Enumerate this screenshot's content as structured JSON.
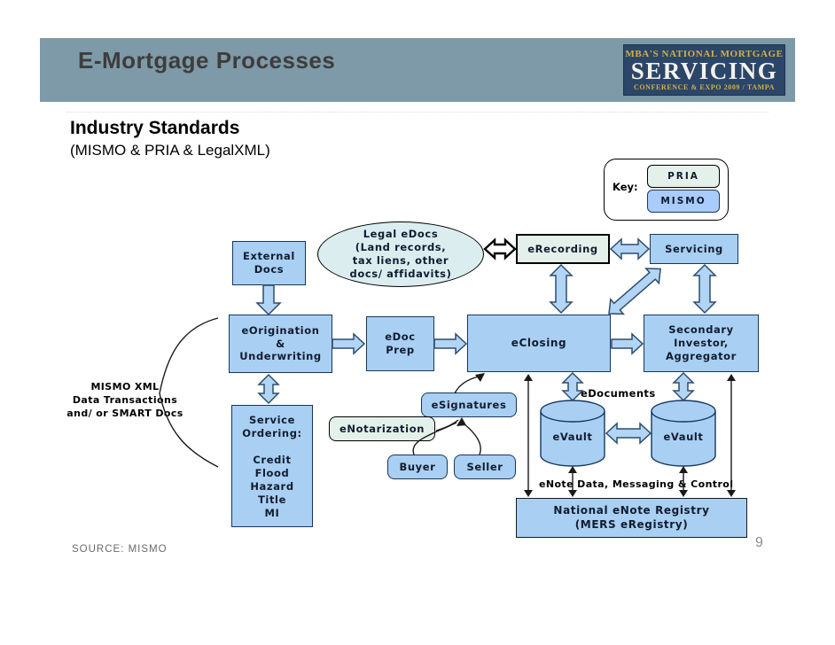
{
  "slide": {
    "title": "E-Mortgage Processes",
    "page_number": "9",
    "source": "SOURCE:  MISMO"
  },
  "logo": {
    "line1": "MBA'S NATIONAL MORTGAGE",
    "line2": "SERVICING",
    "line3": "CONFERENCE & EXPO 2009 / TAMPA"
  },
  "heading": {
    "title": "Industry Standards",
    "subtitle": "(MISMO & PRIA & LegalXML)"
  },
  "key": {
    "label": "Key:",
    "pria": "PRIA",
    "mismo": "MISMO"
  },
  "nodes": {
    "external_docs": "External\nDocs",
    "legal_edocs": "Legal eDocs\n(Land records,\ntax liens, other\ndocs/ affidavits)",
    "erecording": "eRecording",
    "servicing": "Servicing",
    "eorigination": "eOrigination\n&\nUnderwriting",
    "edoc_prep": "eDoc\nPrep",
    "eclosing": "eClosing",
    "secondary_investor": "Secondary\nInvestor,\nAggregator",
    "service_ordering": "Service\nOrdering:\n\nCredit\nFlood\nHazard\nTitle\nMI",
    "esignatures": "eSignatures",
    "enotarization": "eNotarization",
    "buyer": "Buyer",
    "seller": "Seller",
    "evault_left": "eVault",
    "evault_right": "eVault",
    "registry": "National eNote Registry\n(MERS eRegistry)"
  },
  "labels": {
    "edocuments": "eDocuments",
    "enote": "eNote Data, Messaging & Control",
    "mismo_xml": "MISMO XML\nData Transactions\nand/ or SMART Docs"
  },
  "colors": {
    "band": "#7e99a7",
    "box_blue": "#a9cff2",
    "box_green": "#e4f1ea",
    "ellipse_fill": "#dcedf0",
    "logo_navy": "#2b4668",
    "logo_gold": "#d4af4a",
    "arrow_blue": "#b2d4f5"
  }
}
